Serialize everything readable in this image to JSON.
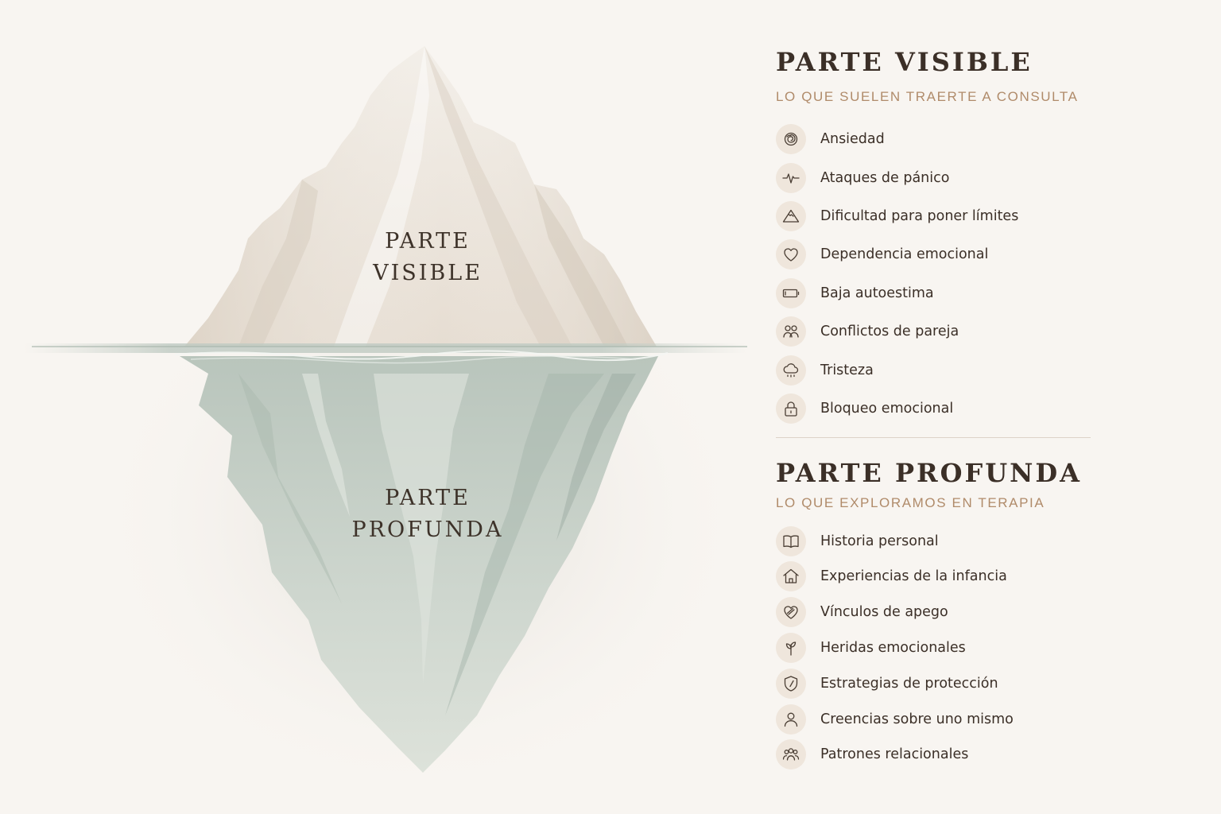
{
  "diagram": {
    "visible_label": [
      "PARTE",
      "VISIBLE"
    ],
    "deep_label": [
      "PARTE",
      "PROFUNDA"
    ]
  },
  "visible_section": {
    "title": "PARTE VISIBLE",
    "subtitle": "LO QUE SUELEN TRAERTE A CONSULTA",
    "items": [
      {
        "label": "Ansiedad",
        "icon": "spiral-knot-icon"
      },
      {
        "label": "Ataques de pánico",
        "icon": "heartbeat-icon"
      },
      {
        "label": "Dificultad para poner límites",
        "icon": "mountain-icon"
      },
      {
        "label": "Dependencia emocional",
        "icon": "heart-icon"
      },
      {
        "label": "Baja autoestima",
        "icon": "low-battery-icon"
      },
      {
        "label": "Conflictos de pareja",
        "icon": "couple-icon"
      },
      {
        "label": "Tristeza",
        "icon": "rain-cloud-icon"
      },
      {
        "label": "Bloqueo emocional",
        "icon": "padlock-icon"
      }
    ]
  },
  "deep_section": {
    "title": "PARTE PROFUNDA",
    "subtitle": "LO QUE EXPLORAMOS EN TERAPIA",
    "items": [
      {
        "label": "Historia personal",
        "icon": "open-book-icon"
      },
      {
        "label": "Experiencias de la infancia",
        "icon": "house-icon"
      },
      {
        "label": "Vínculos de apego",
        "icon": "bandaged-heart-icon"
      },
      {
        "label": "Heridas emocionales",
        "icon": "sprout-icon"
      },
      {
        "label": "Estrategias de protección",
        "icon": "shield-icon"
      },
      {
        "label": "Creencias sobre uno mismo",
        "icon": "person-icon"
      },
      {
        "label": "Patrones relacionales",
        "icon": "group-icon"
      }
    ]
  },
  "colors": {
    "background": "#f8f5f1",
    "title": "#3b2f27",
    "subtitle_accent": "#b08b6a",
    "icon_circle": "#efe6dc",
    "ice_top": "#ece4da",
    "ice_underwater": "#c3cdc4"
  }
}
